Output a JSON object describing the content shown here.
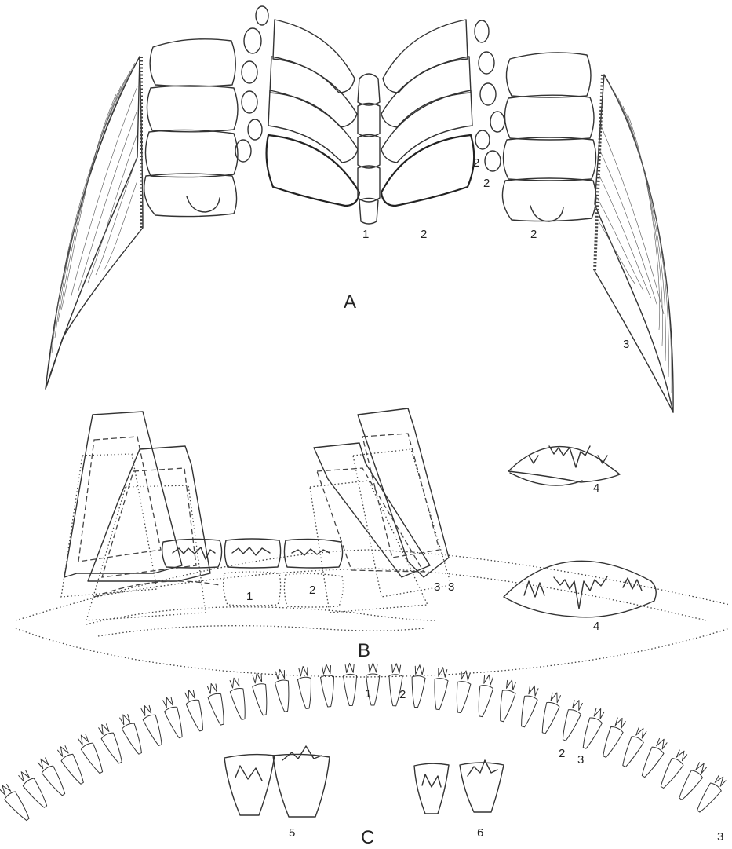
{
  "panels": {
    "A": {
      "label": "A",
      "numbers": [
        "1",
        "2",
        "2",
        "2",
        "2",
        "3"
      ]
    },
    "B": {
      "label": "B",
      "numbers": [
        "1",
        "2",
        "3",
        "3",
        "4",
        "4"
      ]
    },
    "C": {
      "label": "C",
      "numbers": [
        "1",
        "2",
        "2",
        "3",
        "3",
        "5",
        "6"
      ]
    }
  }
}
